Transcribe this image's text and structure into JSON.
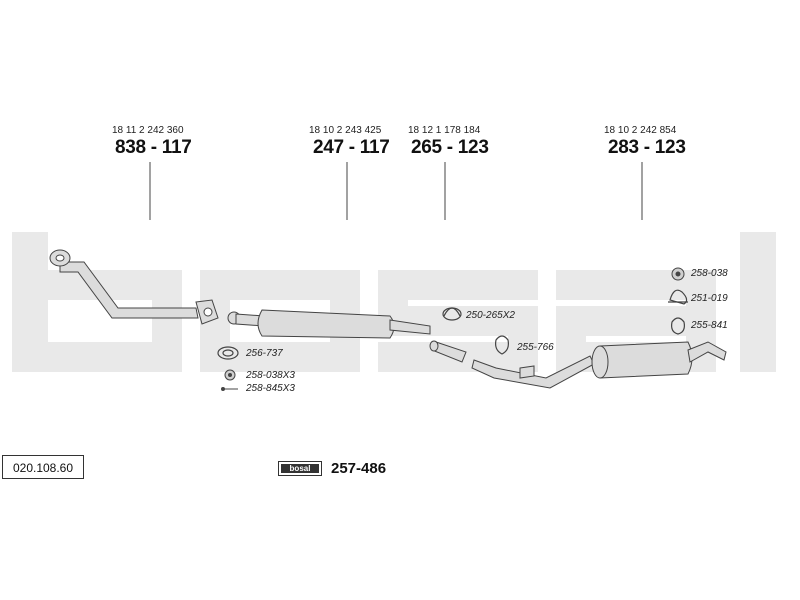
{
  "watermark": {
    "text": "bosal",
    "color": "#e8e8e8"
  },
  "callouts": [
    {
      "oe": "18 11 2 242 360",
      "part": "838 - 117"
    },
    {
      "oe": "18 10 2 243 425",
      "part": "247 - 117"
    },
    {
      "oe": "18 12 1 178 184",
      "part": "265 - 123"
    },
    {
      "oe": "18 10 2 242 854",
      "part": "283 - 123"
    }
  ],
  "small_parts": [
    "256-737",
    "258-038X3",
    "258-845X3",
    "250-265X2",
    "255-766",
    "258-038",
    "251-019",
    "255-841"
  ],
  "kit": {
    "code": "020.108.60",
    "logo": "bosal",
    "number": "257-486"
  },
  "colors": {
    "line": "#444444",
    "fill": "#d9d9d9"
  }
}
